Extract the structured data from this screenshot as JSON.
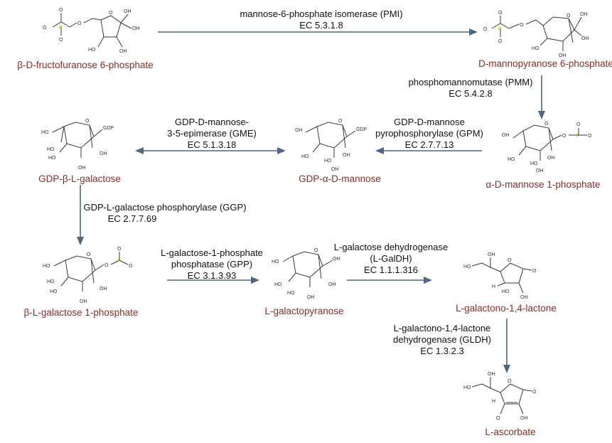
{
  "compounds": {
    "fru6p": "β-D-fructofuranose 6-phosphate",
    "man6p": "D-mannopyranose 6-phosphate",
    "man1p": "α-D-mannose 1-phosphate",
    "gdpman": "GDP-α-D-mannose",
    "gdpgal": "GDP-β-L-galactose",
    "gal1p": "β-L-galactose 1-phosphate",
    "galpyr": "L-galactopyranose",
    "gallac": "L-galactono-1,4-lactone",
    "asc": "L-ascorbate"
  },
  "enzymes": {
    "pmi": {
      "line1": "mannose-6-phosphate isomerase (PMI)",
      "line2": "EC 5.3.1.8"
    },
    "pmm": {
      "line1": "phosphomannomutase (PMM)",
      "line2": "EC 5.4.2.8"
    },
    "gpm": {
      "line1": "GDP-D-mannose",
      "line2": "pyrophosphorylase (GPM)",
      "line3": "EC 2.7.7.13"
    },
    "gme": {
      "line1": "GDP-D-mannose-",
      "line2": "3-5-epimerase (GME)",
      "line3": "EC 5.1.3.18"
    },
    "ggp": {
      "line1": "GDP-L-galactose phosphorylase (GGP)",
      "line2": "EC 2.7.7.69"
    },
    "gpp": {
      "line1": "L-galactose-1-phosphate",
      "line2": "phosphatase (GPP)",
      "line3": "EC 3.1.3.93"
    },
    "galdh": {
      "line1": "L-galactose dehydrogenase",
      "line2": "(L-GalDH)",
      "line3": "EC 1.1.1.316"
    },
    "gldh": {
      "line1": "L-galactono-1,4-lactone",
      "line2": "dehydrogenase (GLDH)",
      "line3": "EC 1.3.2.3"
    }
  },
  "atoms": {
    "oh": "OH",
    "ho": "HO",
    "o": "O",
    "p": "P",
    "gdp": "GDP",
    "h": "H"
  },
  "colors": {
    "arrow": "#4f6782",
    "compound_label": "#8b2d26",
    "enzyme_label": "#111111"
  }
}
